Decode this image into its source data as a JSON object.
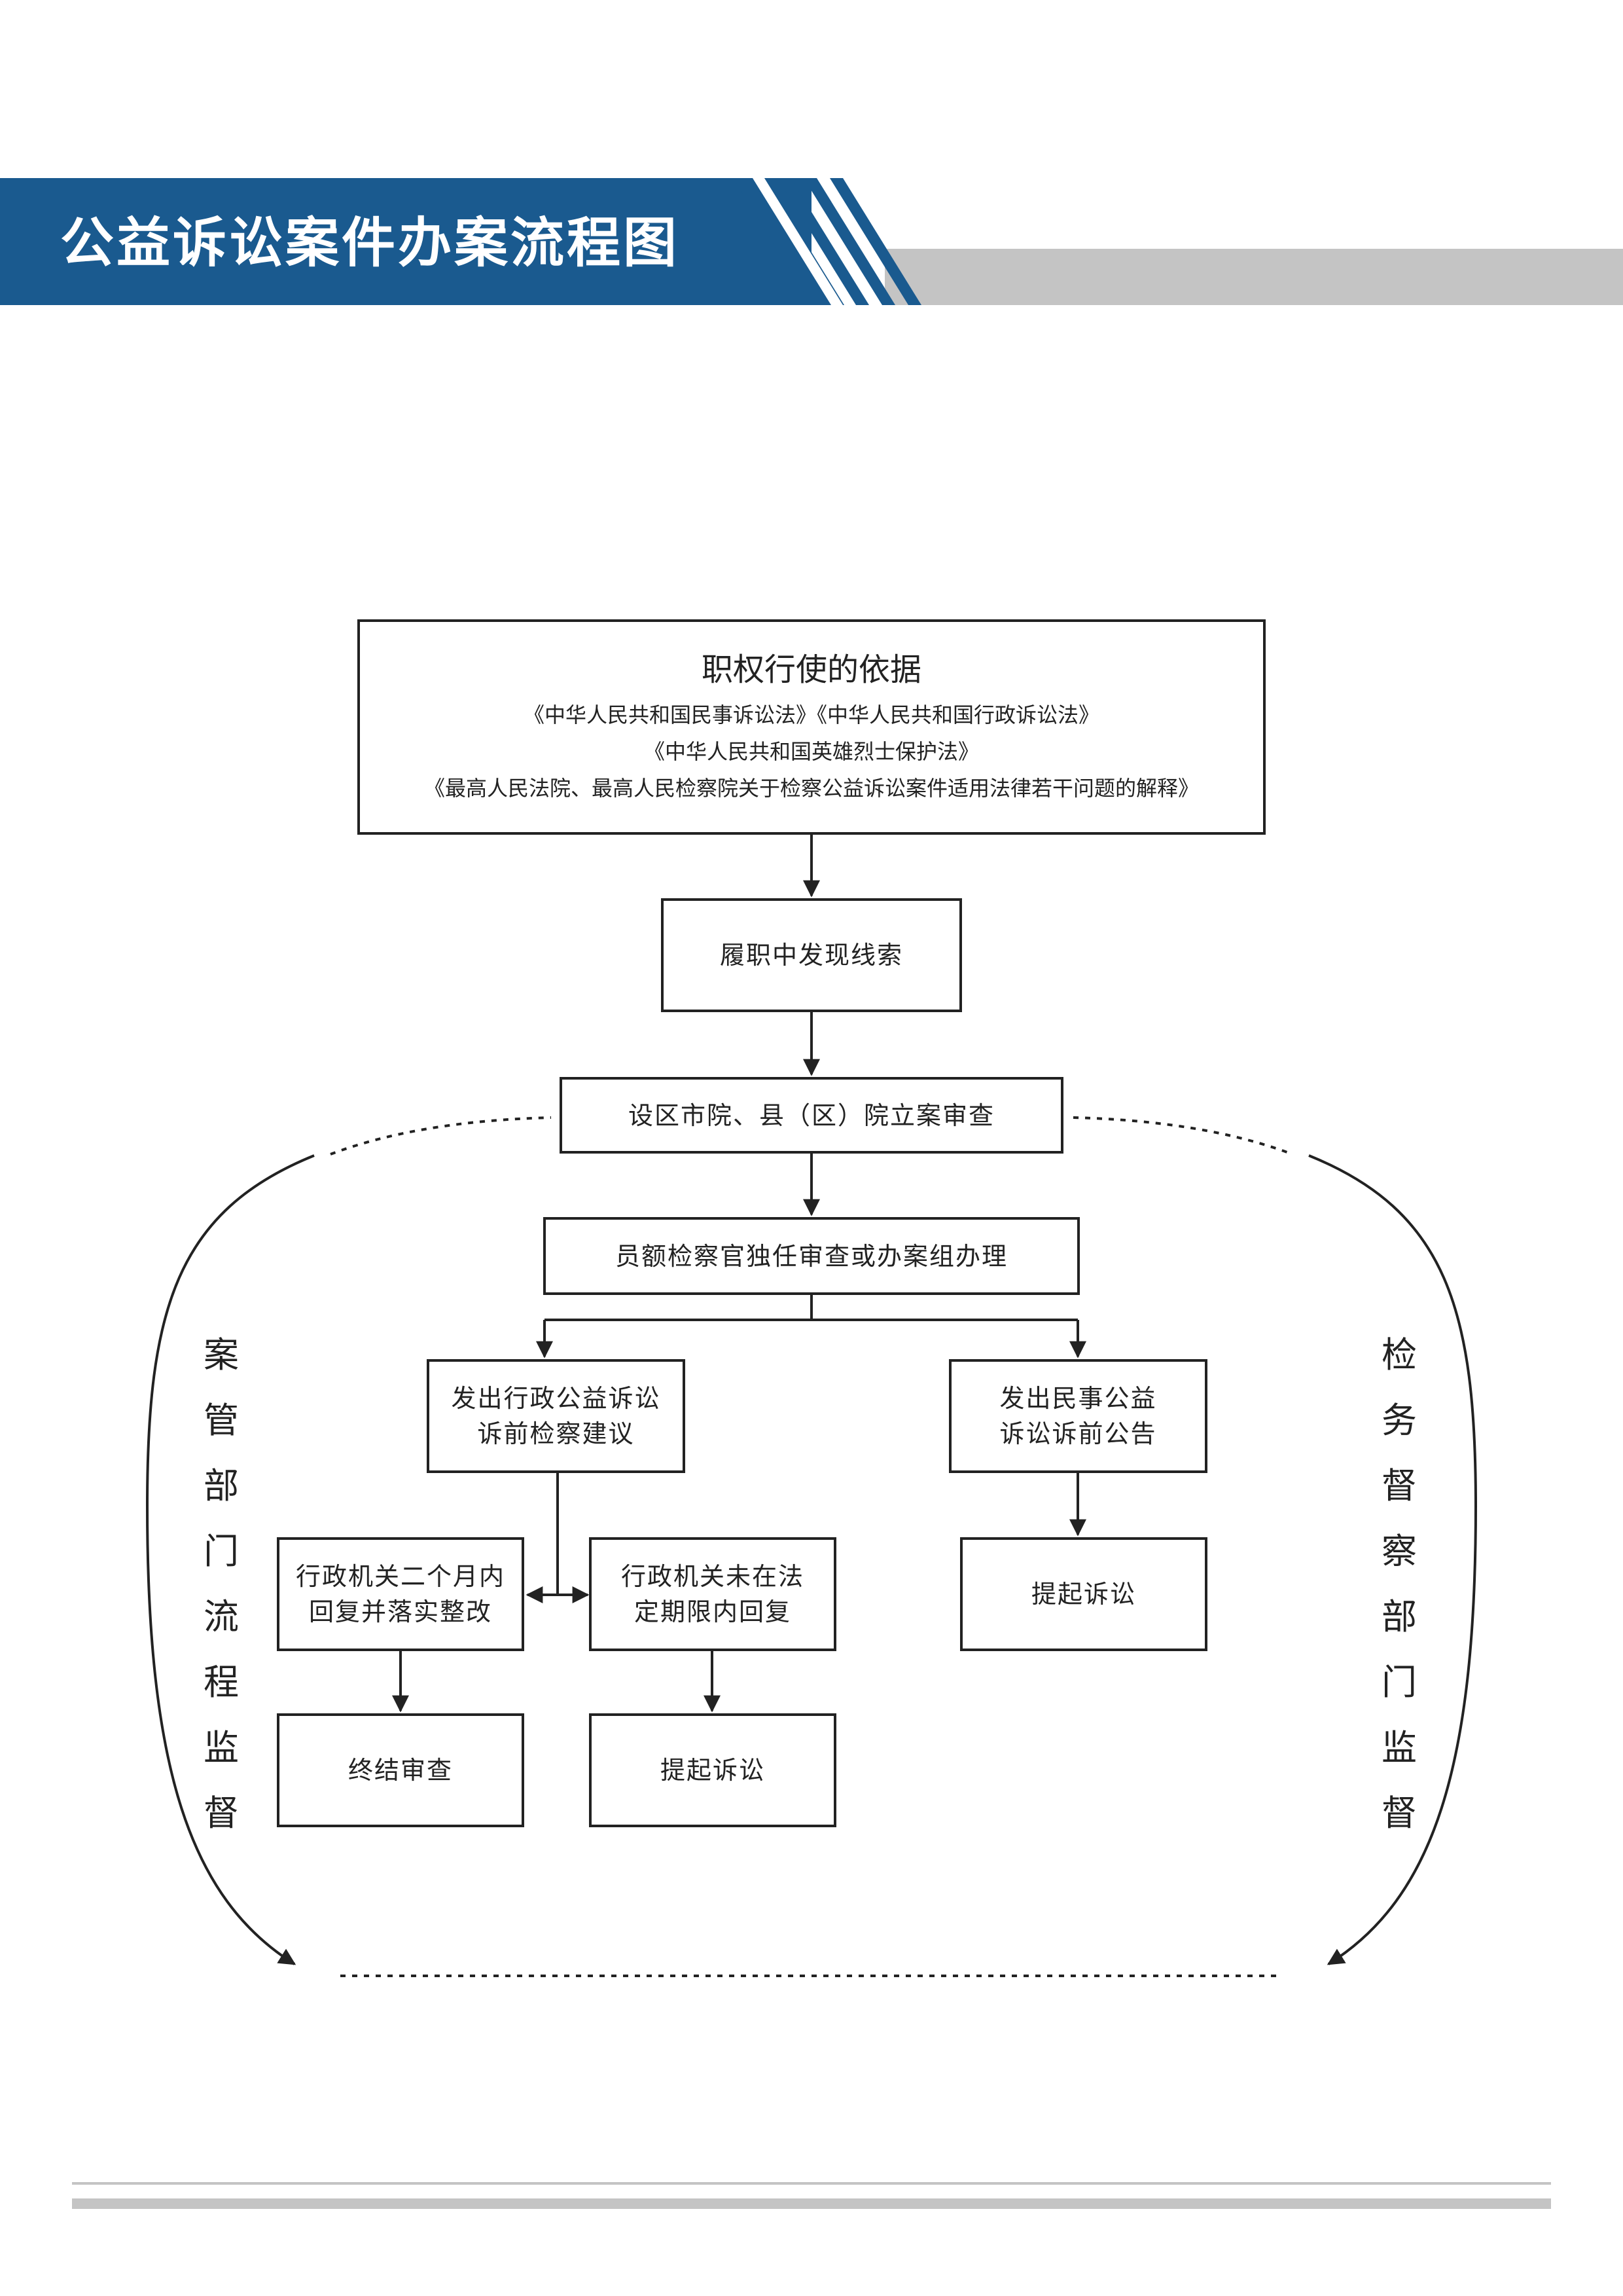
{
  "header": {
    "title": "公益诉讼案件办案流程图"
  },
  "basis": {
    "title": "职权行使的依据",
    "laws": [
      "《中华人民共和国民事诉讼法》《中华人民共和国行政诉讼法》",
      "《中华人民共和国英雄烈士保护法》",
      "《最高人民法院、最高人民检察院关于检察公益诉讼案件适用法律若干问题的解释》"
    ]
  },
  "steps": {
    "clue": "履职中发现线索",
    "filing": "设区市院、县（区）院立案审查",
    "handling": "员额检察官独任审查或办案组办理",
    "admin_suggestion": [
      "发出行政公益诉讼",
      "诉前检察建议"
    ],
    "civil_notice": [
      "发出民事公益",
      "诉讼诉前公告"
    ],
    "admin_reply_ok": [
      "行政机关二个月内",
      "回复并落实整改"
    ],
    "admin_reply_late": [
      "行政机关未在法",
      "定期限内回复"
    ],
    "civil_lawsuit": "提起诉讼",
    "terminate": "终结审查",
    "admin_lawsuit": "提起诉讼"
  },
  "side_labels": {
    "left": [
      "案",
      "管",
      "部",
      "门",
      "流",
      "程",
      "监",
      "督"
    ],
    "right": [
      "检",
      "务",
      "督",
      "察",
      "部",
      "门",
      "监",
      "督"
    ]
  },
  "colors": {
    "brand_blue": "#1a5a8f",
    "band_gray": "#c4c4c4",
    "line": "#222222"
  }
}
